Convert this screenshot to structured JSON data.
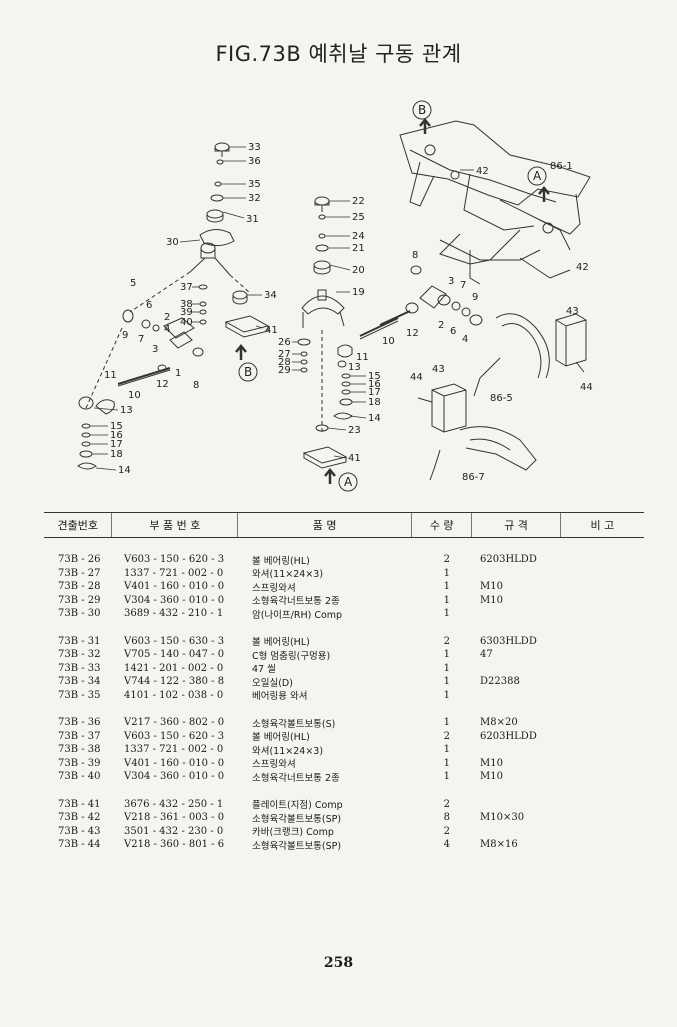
{
  "page": {
    "title": "FIG.73B 예취날 구동 관계",
    "page_number": "258"
  },
  "diagram": {
    "view_markers": {
      "a": "A",
      "b": "B"
    },
    "callouts_left_top": [
      "33",
      "36",
      "35",
      "32",
      "31",
      "30"
    ],
    "callouts_mid": [
      "22",
      "25",
      "24",
      "21",
      "20",
      "19"
    ],
    "callouts_left": [
      "37",
      "38",
      "39",
      "40",
      "34",
      "41"
    ],
    "callouts_arm": [
      "5",
      "6",
      "7",
      "9",
      "3",
      "2",
      "4",
      "1",
      "8",
      "12",
      "10",
      "11",
      "13"
    ],
    "callouts_left_bottom": [
      "15",
      "16",
      "17",
      "18",
      "14"
    ],
    "callouts_mid_lower": [
      "26",
      "27",
      "28",
      "29",
      "11",
      "13",
      "15",
      "16",
      "17",
      "18",
      "14",
      "23",
      "41"
    ],
    "callouts_right_frame": [
      "42",
      "86-1",
      "42"
    ],
    "callouts_right_shaft": [
      "8",
      "3",
      "7",
      "9",
      "12",
      "10",
      "2",
      "6",
      "4"
    ],
    "callouts_right_lower": [
      "43",
      "44",
      "43",
      "44",
      "86-5",
      "86-7"
    ]
  },
  "table": {
    "headers": {
      "index": "견출번호",
      "part_no": "부 품 번 호",
      "name": "품 명",
      "qty": "수 량",
      "spec": "규 격",
      "note": "비 고"
    },
    "groups": [
      [
        {
          "index": "73B - 26",
          "part_no": "V603 - 150 - 620 - 3",
          "name": "볼 베어링(HL)",
          "qty": "2",
          "spec": "6203HLDD"
        },
        {
          "index": "73B - 27",
          "part_no": "1337 - 721 - 002 - 0",
          "name": "와셔(11×24×3)",
          "qty": "1",
          "spec": ""
        },
        {
          "index": "73B - 28",
          "part_no": "V401 - 160 - 010 - 0",
          "name": "스프링와셔",
          "qty": "1",
          "spec": "M10"
        },
        {
          "index": "73B - 29",
          "part_no": "V304 - 360 - 010 - 0",
          "name": "소형육각너트보통 2종",
          "qty": "1",
          "spec": "M10"
        },
        {
          "index": "73B - 30",
          "part_no": "3689 - 432 - 210 - 1",
          "name": "암(나이프/RH) Comp",
          "qty": "1",
          "spec": ""
        }
      ],
      [
        {
          "index": "73B - 31",
          "part_no": "V603 - 150 - 630 - 3",
          "name": "볼 베어링(HL)",
          "qty": "2",
          "spec": "6303HLDD"
        },
        {
          "index": "73B - 32",
          "part_no": "V705 - 140 - 047 - 0",
          "name": "C형 멈춤링(구멍용)",
          "qty": "1",
          "spec": "47"
        },
        {
          "index": "73B - 33",
          "part_no": "1421 - 201 - 002 - 0",
          "name": "47 씰",
          "qty": "1",
          "spec": ""
        },
        {
          "index": "73B - 34",
          "part_no": "V744 - 122 - 380 - 8",
          "name": "오일실(D)",
          "qty": "1",
          "spec": "D22388"
        },
        {
          "index": "73B - 35",
          "part_no": "4101 - 102 - 038 - 0",
          "name": "베어링용 와셔",
          "qty": "1",
          "spec": ""
        }
      ],
      [
        {
          "index": "73B - 36",
          "part_no": "V217 - 360 - 802 - 0",
          "name": "소형육각볼트보통(S)",
          "qty": "1",
          "spec": "M8×20"
        },
        {
          "index": "73B - 37",
          "part_no": "V603 - 150 - 620 - 3",
          "name": "볼 베어링(HL)",
          "qty": "2",
          "spec": "6203HLDD"
        },
        {
          "index": "73B - 38",
          "part_no": "1337 - 721 - 002 - 0",
          "name": "와셔(11×24×3)",
          "qty": "1",
          "spec": ""
        },
        {
          "index": "73B - 39",
          "part_no": "V401 - 160 - 010 - 0",
          "name": "스프링와셔",
          "qty": "1",
          "spec": "M10"
        },
        {
          "index": "73B - 40",
          "part_no": "V304 - 360 - 010 - 0",
          "name": "소형육각너트보통 2종",
          "qty": "1",
          "spec": "M10"
        }
      ],
      [
        {
          "index": "73B - 41",
          "part_no": "3676 - 432 - 250 - 1",
          "name": "플레이트(지점) Comp",
          "qty": "2",
          "spec": ""
        },
        {
          "index": "73B - 42",
          "part_no": "V218 - 361 - 003 - 0",
          "name": "소형육각볼트보통(SP)",
          "qty": "8",
          "spec": "M10×30"
        },
        {
          "index": "73B - 43",
          "part_no": "3501 - 432 - 230 - 0",
          "name": "카바(크랭크) Comp",
          "qty": "2",
          "spec": ""
        },
        {
          "index": "73B - 44",
          "part_no": "V218 - 360 - 801 - 6",
          "name": "소형육각볼트보통(SP)",
          "qty": "4",
          "spec": "M8×16"
        }
      ]
    ]
  }
}
